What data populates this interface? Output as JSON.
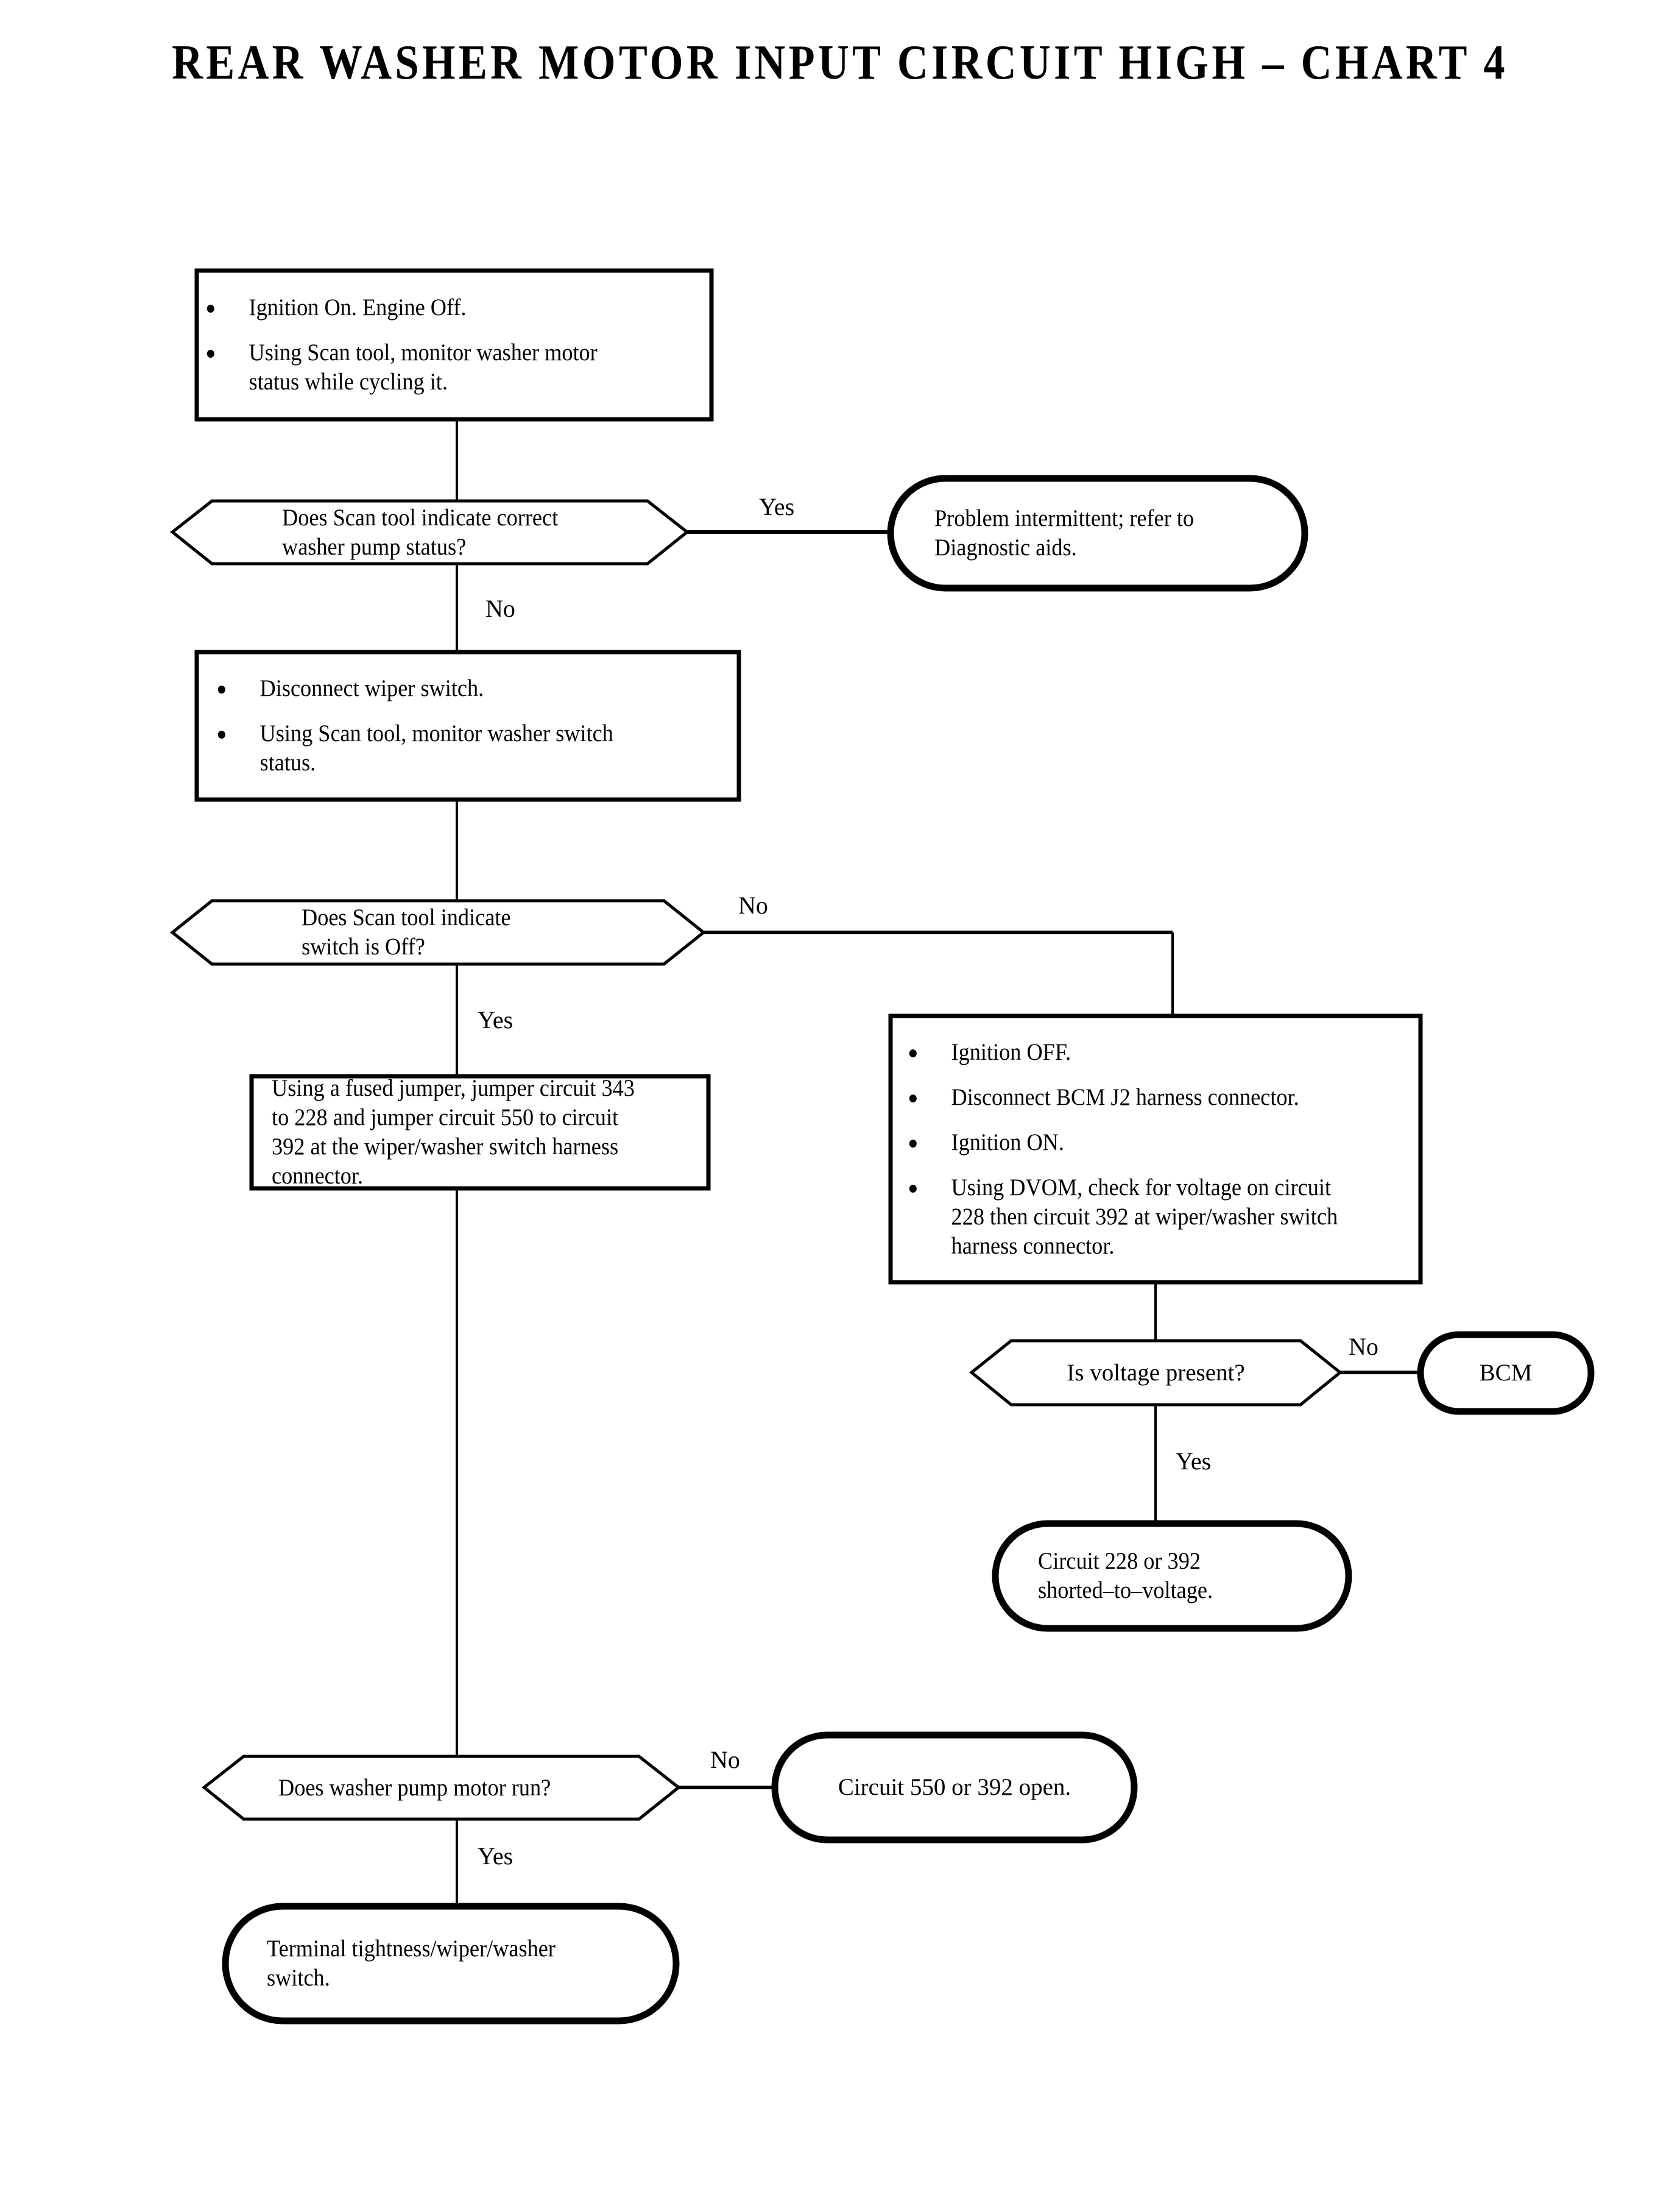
{
  "title": "REAR WASHER MOTOR INPUT CIRCUIT HIGH – CHART 4",
  "chart_data": {
    "type": "diagram",
    "diagram_kind": "flowchart",
    "title": "REAR WASHER MOTOR INPUT CIRCUIT HIGH – CHART 4",
    "node_shapes": {
      "process": "rectangle",
      "decision": "elongated-hexagon",
      "terminal": "stadium-pill"
    }
  },
  "nodes": {
    "step1": {
      "shape": "process",
      "bullets": [
        "Ignition On. Engine Off.",
        "Using Scan tool, monitor washer motor status while cycling it."
      ]
    },
    "decision1": {
      "shape": "decision",
      "text": "Does Scan tool indicate correct washer pump status?"
    },
    "terminal_intermittent": {
      "shape": "terminal",
      "text": "Problem intermittent; refer to Diagnostic aids."
    },
    "step2": {
      "shape": "process",
      "bullets": [
        "Disconnect wiper switch.",
        "Using Scan tool, monitor washer switch status."
      ]
    },
    "decision2": {
      "shape": "decision",
      "text": "Does Scan tool indicate switch is Off?"
    },
    "step_jumper": {
      "shape": "process",
      "text": "Using a fused jumper, jumper circuit 343 to 228 and jumper circuit 550 to circuit 392 at the wiper/washer switch harness connector."
    },
    "step_dvom": {
      "shape": "process",
      "bullets": [
        "Ignition OFF.",
        "Disconnect BCM  J2 harness connector.",
        "Ignition ON.",
        "Using DVOM, check for voltage on circuit 228 then circuit 392 at wiper/washer switch harness connector."
      ]
    },
    "decision_voltage": {
      "shape": "decision",
      "text": "Is voltage present?"
    },
    "terminal_bcm": {
      "shape": "terminal",
      "text": "BCM"
    },
    "terminal_shorted": {
      "shape": "terminal",
      "text": "Circuit 228 or 392 shorted–to–voltage."
    },
    "decision_motor": {
      "shape": "decision",
      "text": "Does washer pump motor run?"
    },
    "terminal_open": {
      "shape": "terminal",
      "text": "Circuit 550 or 392 open."
    },
    "terminal_tightness": {
      "shape": "terminal",
      "text": "Terminal tightness/wiper/washer switch."
    }
  },
  "edges": {
    "d1_yes": "Yes",
    "d1_no": "No",
    "d2_no": "No",
    "d2_yes": "Yes",
    "dv_no": "No",
    "dv_yes": "Yes",
    "dm_no": "No",
    "dm_yes": "Yes"
  },
  "colors": {
    "background": "#ffffff",
    "stroke": "#000000",
    "text": "#000000"
  }
}
